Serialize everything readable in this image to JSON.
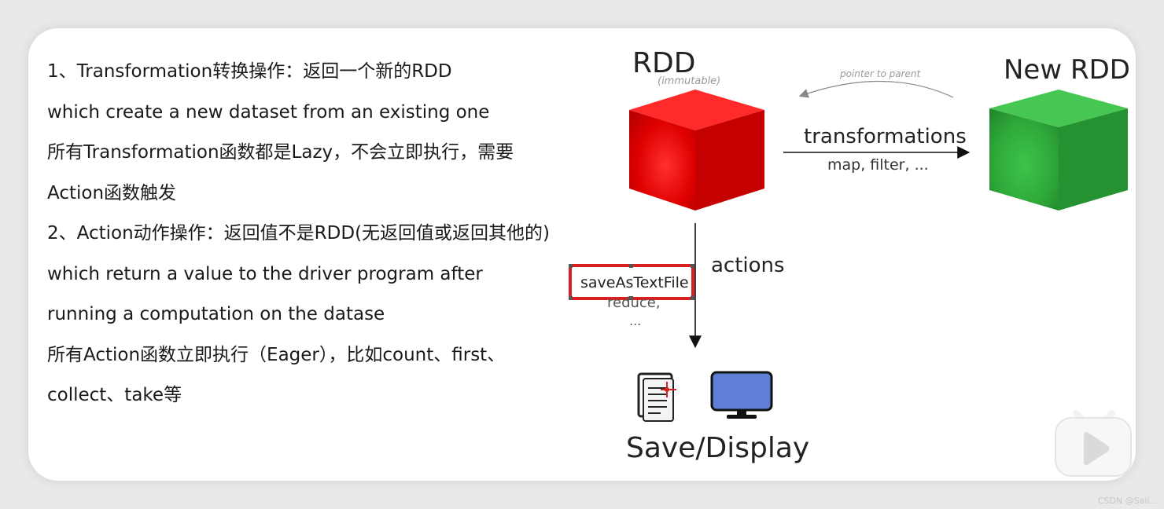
{
  "text": {
    "line1": "1、Transformation转换操作：返回一个新的RDD",
    "line2": "which create a new dataset from an existing one",
    "line3": "所有Transformation函数都是Lazy，不会立即执行，需要",
    "line4": "Action函数触发",
    "line5": "2、Action动作操作：返回值不是RDD(无返回值或返回其他的)",
    "line6": "which return a value to the driver program after",
    "line7": "running a computation on the datase",
    "line8": "所有Action函数立即执行（Eager），比如count、first、",
    "line9": "collect、take等"
  },
  "diagram": {
    "rdd_label": "RDD",
    "immutable_label": "(immutable)",
    "new_rdd_label": "New RDD",
    "pointer_label": "pointer to parent",
    "transformations_label": "transformations",
    "transformations_examples": "map, filter, ...",
    "actions_label": "actions",
    "save_as_text_label": "saveAsTextFile",
    "reduce_label": "reduce,",
    "ellipsis_label": "...",
    "save_display_label": "Save/Display",
    "colors": {
      "rdd_cube": "#e00000",
      "new_rdd_cube": "#2fa83a",
      "highlight_box": "#d92020",
      "monitor": "#5f7fd6"
    },
    "icons": {
      "document": "document-icon",
      "monitor": "monitor-icon"
    }
  },
  "watermark": "CSDN @Sail..."
}
